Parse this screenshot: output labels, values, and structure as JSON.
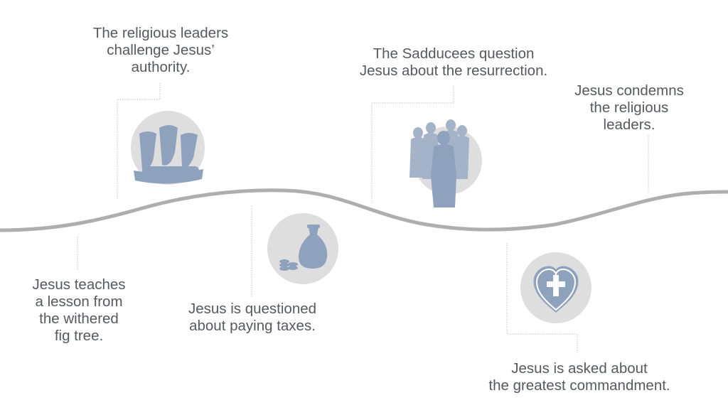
{
  "timeline": {
    "colors": {
      "curve": "#aeaeae",
      "connector": "#c4c4c4",
      "circle": "#dedede",
      "icon": "#8fa2bd",
      "text": "#555a5f"
    },
    "events": [
      {
        "id": "fig-tree",
        "icon": "withered-fig-tree-icon",
        "lines": [
          "Jesus teaches",
          "a lesson from",
          "the withered",
          "fig tree."
        ]
      },
      {
        "id": "authority",
        "icon": "religious-leaders-icon",
        "lines": [
          "The religious leaders",
          "challenge Jesus’",
          "authority."
        ]
      },
      {
        "id": "taxes",
        "icon": "money-bag-icon",
        "lines": [
          "Jesus is questioned",
          "about paying taxes."
        ]
      },
      {
        "id": "resurrection",
        "icon": "sadducees-group-icon",
        "lines": [
          "The Sadducees question",
          "Jesus about the resurrection."
        ]
      },
      {
        "id": "condemns",
        "icon": "condemns-leaders-icon",
        "lines": [
          "Jesus condemns",
          "the religious",
          "leaders."
        ]
      },
      {
        "id": "commandment",
        "icon": "heart-cross-icon",
        "lines": [
          "Jesus is asked about",
          "the greatest commandment."
        ]
      }
    ]
  }
}
